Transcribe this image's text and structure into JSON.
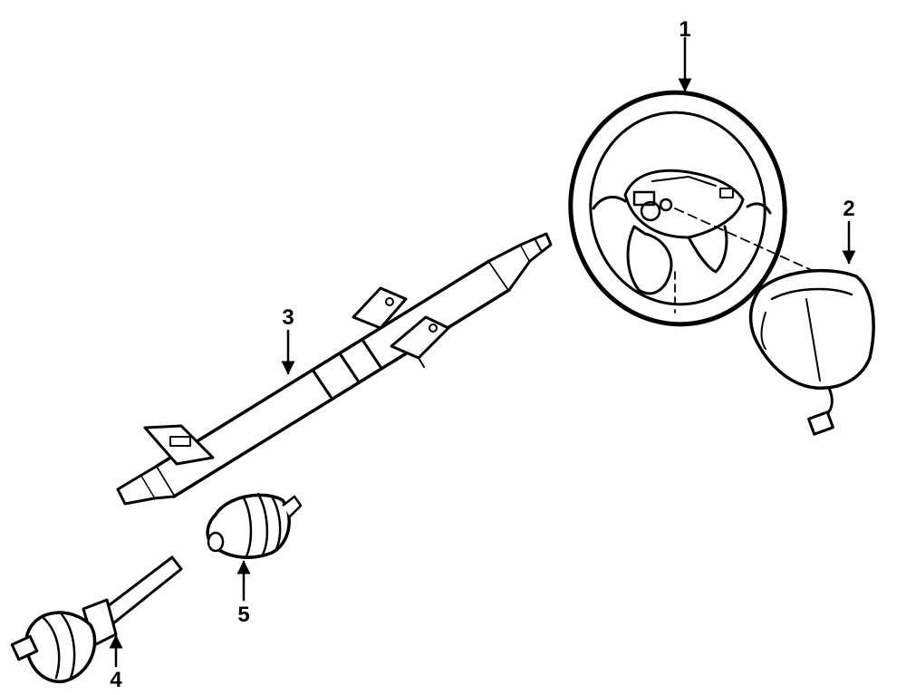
{
  "callouts": [
    {
      "id": "wheel",
      "label": "1"
    },
    {
      "id": "airbag",
      "label": "2"
    },
    {
      "id": "column",
      "label": "3"
    },
    {
      "id": "lower-shaft",
      "label": "4"
    },
    {
      "id": "boot",
      "label": "5"
    }
  ]
}
